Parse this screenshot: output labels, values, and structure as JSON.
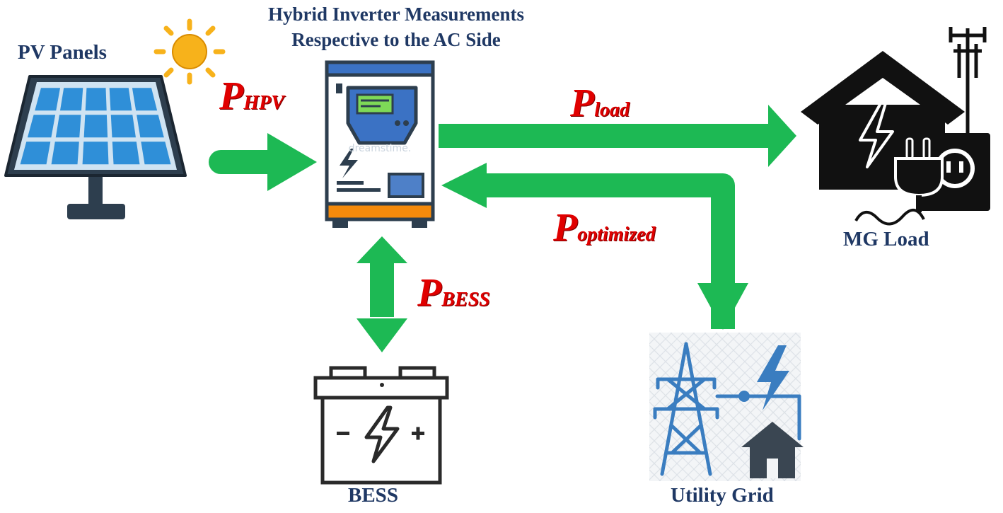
{
  "title": {
    "line1": "Hybrid Inverter Measurements",
    "line2": "Respective to the AC Side"
  },
  "components": {
    "pv": {
      "label": "PV Panels"
    },
    "load": {
      "label": "MG Load"
    },
    "bess": {
      "label": "BESS"
    },
    "grid": {
      "label": "Utility Grid"
    }
  },
  "flows": {
    "hpv": {
      "symbol": "P",
      "subscript": "HPV"
    },
    "load": {
      "symbol": "P",
      "subscript": "load"
    },
    "optimized": {
      "symbol": "P",
      "subscript": "optimized"
    },
    "bess": {
      "symbol": "P",
      "subscript": "BESS"
    }
  },
  "inverter": {
    "watermark": "dreamstime."
  },
  "colors": {
    "arrow": "#1db954",
    "flow_label": "#e00000",
    "caption": "#1f3864",
    "panel_blue": "#2f8fd8",
    "frame_dark": "#2d3e4e",
    "sun": "#f7b21b",
    "inverter_orange": "#f58a0b",
    "inverter_blue": "#3b72c4",
    "screen_green": "#7ed957",
    "grid_blue": "#3a7dc0"
  },
  "icons": [
    "sun-icon",
    "solar-panel-icon",
    "inverter-icon",
    "house-icon",
    "plug-icon",
    "antenna-icon",
    "battery-icon",
    "pylon-icon",
    "bolt-icon",
    "small-house-icon"
  ]
}
